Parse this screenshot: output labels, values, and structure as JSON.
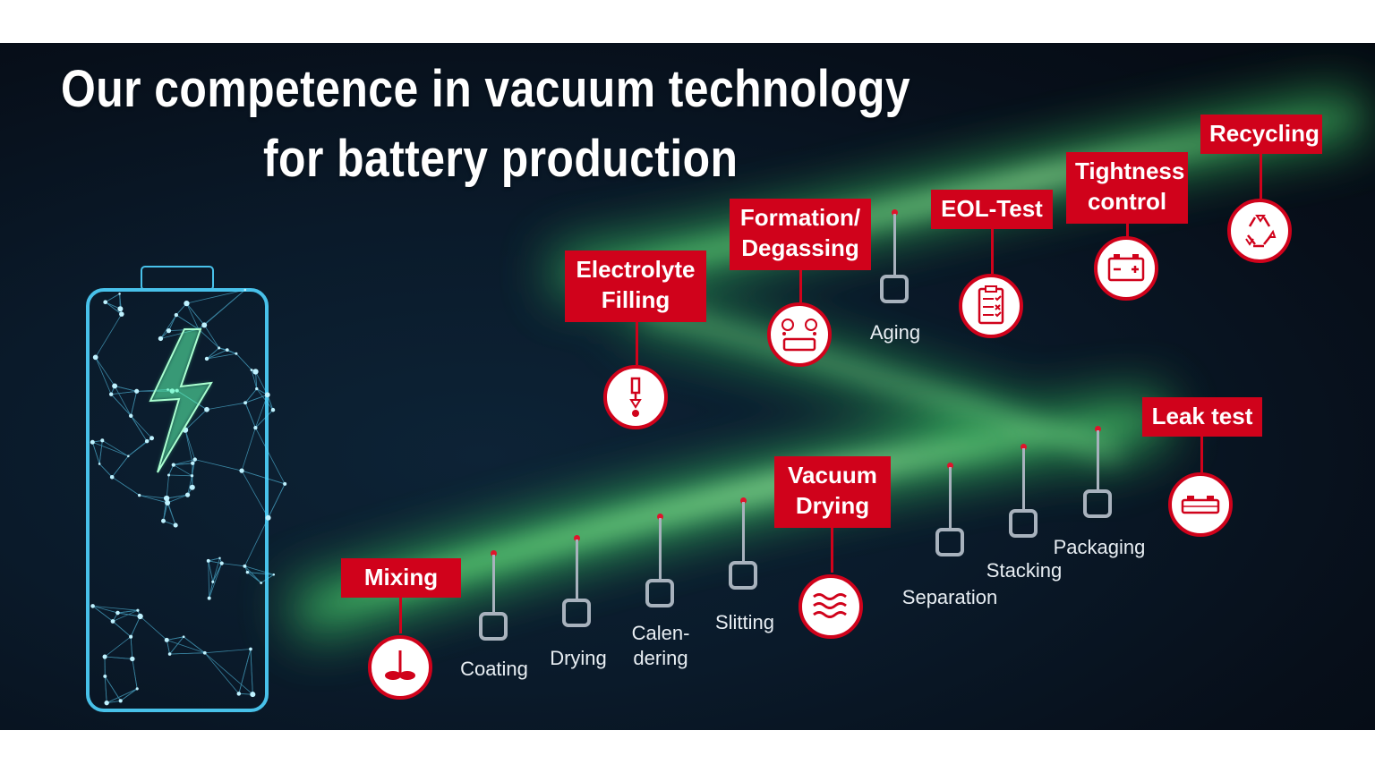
{
  "title": {
    "line1": "Our competence in vacuum technology",
    "line2": "for battery production"
  },
  "red_steps": [
    {
      "id": "mixing",
      "label": [
        "Mixing"
      ],
      "icon": "mixer-icon"
    },
    {
      "id": "electrolyte-filling",
      "label": [
        "Electrolyte",
        "Filling"
      ],
      "icon": "dispenser-icon"
    },
    {
      "id": "formation-degassing",
      "label": [
        "Formation/",
        "Degassing"
      ],
      "icon": "degassing-icon"
    },
    {
      "id": "eol-test",
      "label": [
        "EOL-Test"
      ],
      "icon": "checklist-icon"
    },
    {
      "id": "tightness-control",
      "label": [
        "Tightness",
        "control"
      ],
      "icon": "battery-icon"
    },
    {
      "id": "recycling",
      "label": [
        "Recycling"
      ],
      "icon": "recycle-icon"
    },
    {
      "id": "vacuum-drying",
      "label": [
        "Vacuum",
        "Drying"
      ],
      "icon": "waves-icon"
    },
    {
      "id": "leak-test",
      "label": [
        "Leak test"
      ],
      "icon": "battery-cell-icon"
    }
  ],
  "grey_steps": [
    {
      "id": "coating",
      "label": [
        "Coating"
      ]
    },
    {
      "id": "drying",
      "label": [
        "Drying"
      ]
    },
    {
      "id": "calendering",
      "label": [
        "Calen-",
        "dering"
      ]
    },
    {
      "id": "slitting",
      "label": [
        "Slitting"
      ]
    },
    {
      "id": "aging",
      "label": [
        "Aging"
      ]
    },
    {
      "id": "separation",
      "label": [
        "Separation"
      ]
    },
    {
      "id": "stacking",
      "label": [
        "Stacking"
      ]
    },
    {
      "id": "packaging",
      "label": [
        "Packaging"
      ]
    }
  ],
  "colors": {
    "accent": "#d0021b",
    "background": "#0a1a2a",
    "grey": "#a8b2bd",
    "glow": "#7dff8a",
    "battery": "#4fd4ff"
  }
}
